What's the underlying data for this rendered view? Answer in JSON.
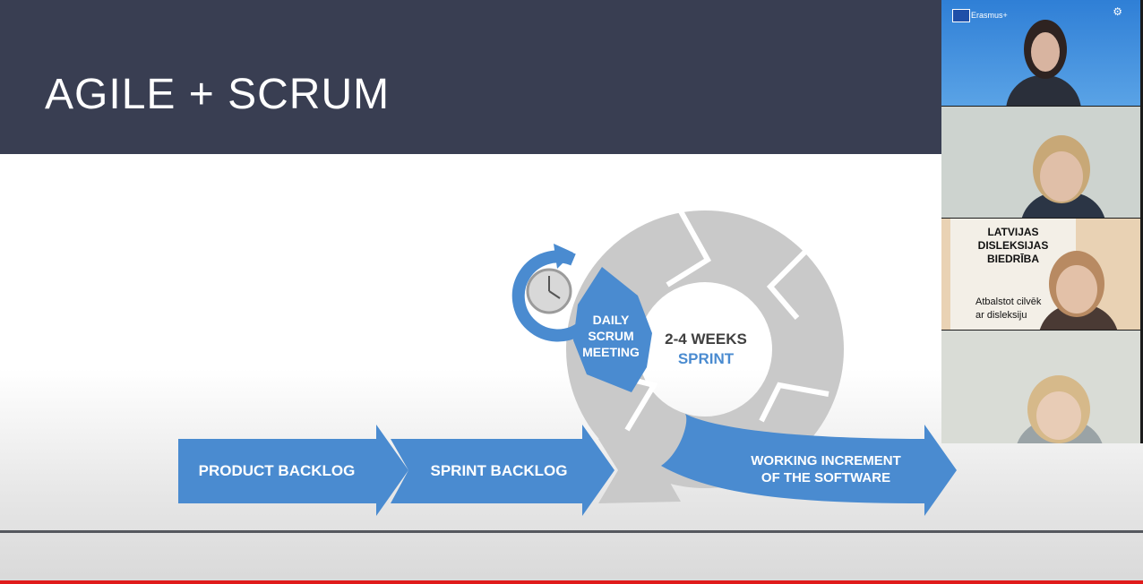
{
  "slide": {
    "title": "AGILE + SCRUM",
    "colors": {
      "header": "#393e52",
      "blue": "#4a8bd0",
      "gray": "#c8c8c8"
    },
    "diagram": {
      "product_backlog": "PRODUCT BACKLOG",
      "sprint_backlog": "SPRINT BACKLOG",
      "daily_scrum": [
        "DAILY",
        "SCRUM",
        "MEETING"
      ],
      "sprint_length": "2-4 WEEKS",
      "sprint_label": "SPRINT",
      "working_increment": [
        "WORKING INCREMENT",
        "OF THE SOFTWARE"
      ],
      "clock_icon": "clock-icon"
    }
  },
  "participants": {
    "tile1": {
      "brand": "Erasmus+",
      "icon": "eu-flag-icon"
    },
    "tile3": {
      "banner_title": "LATVIJAS\nDISLEKSIJAS\nBIEDRĪBA",
      "banner_subtitle": "Atbalstot cilvēk\nar disleksiju"
    }
  }
}
